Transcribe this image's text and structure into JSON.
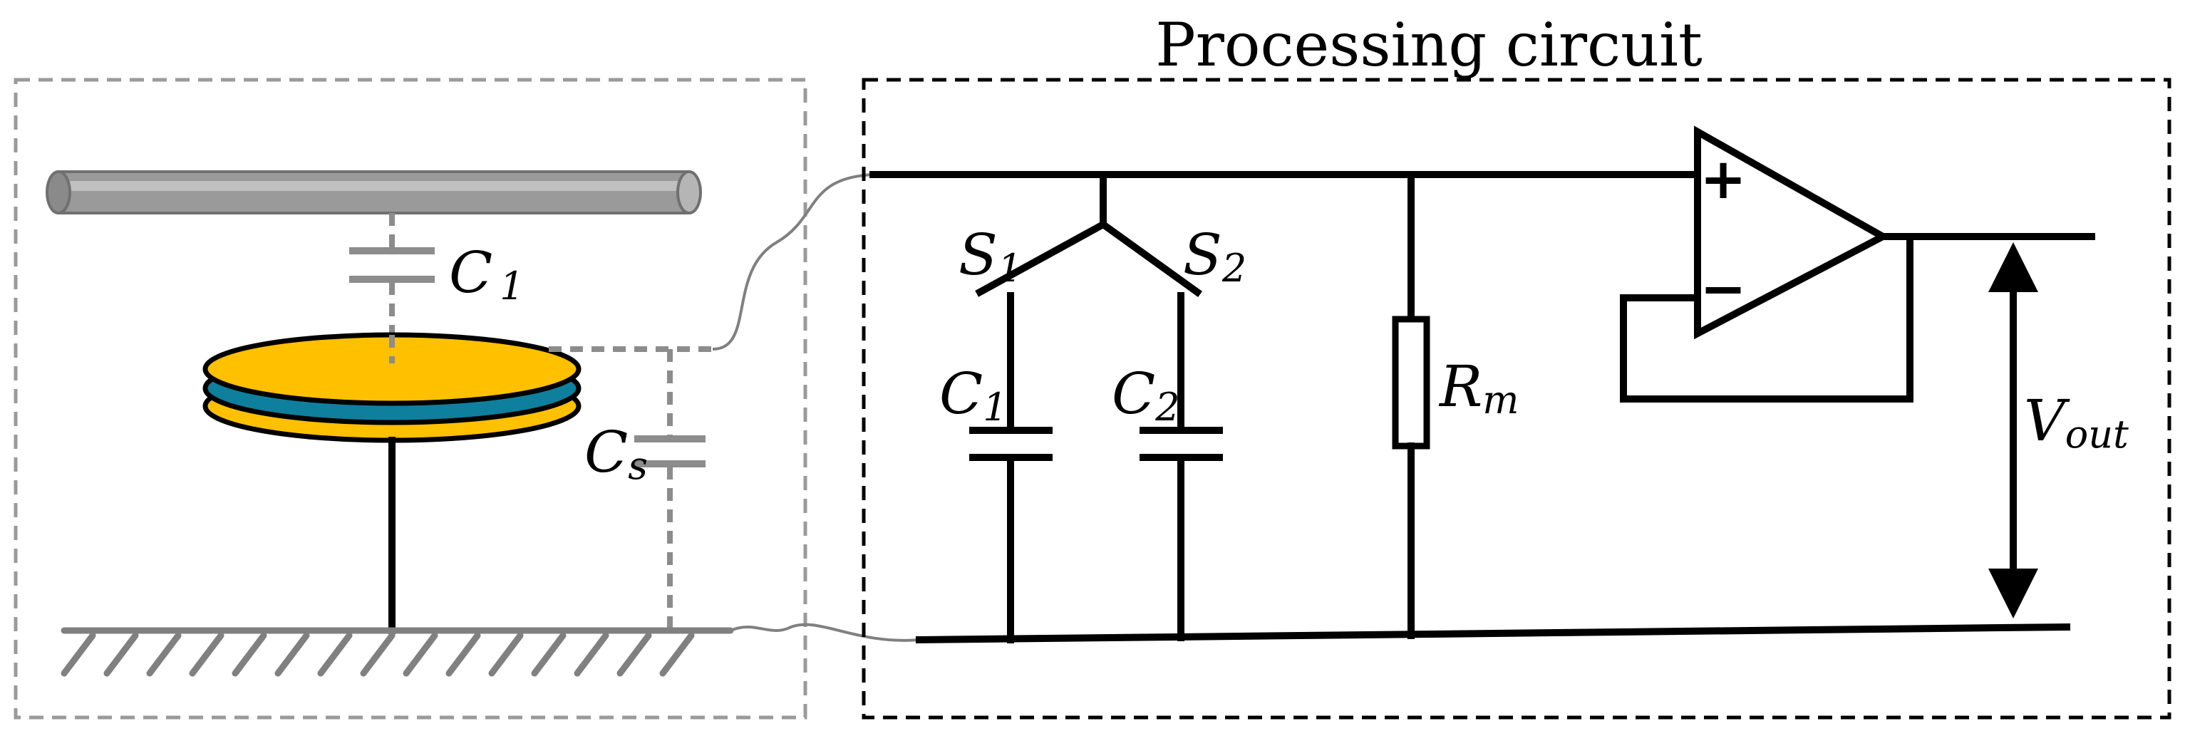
{
  "title": "Processing circuit",
  "labels": {
    "c1_sensor": {
      "main": "C",
      "sub": "1"
    },
    "cs": {
      "main": "C",
      "sub": "s"
    },
    "s1": {
      "main": "S",
      "sub": "1"
    },
    "s2": {
      "main": "S",
      "sub": "2"
    },
    "c1_circuit": {
      "main": "C",
      "sub": "1"
    },
    "c2_circuit": {
      "main": "C",
      "sub": "2"
    },
    "rm": {
      "main": "R",
      "sub": "m"
    },
    "vout": {
      "main": "V",
      "sub": "out"
    }
  },
  "opamp": {
    "plus": "+",
    "minus": "−"
  },
  "colors": {
    "rod": "#9a9a9a",
    "disc_top": "#ffc000",
    "disc_mid": "#0e7f9c",
    "dashed": "#8c8c8c",
    "ground": "#808080",
    "wire": "#000000"
  }
}
